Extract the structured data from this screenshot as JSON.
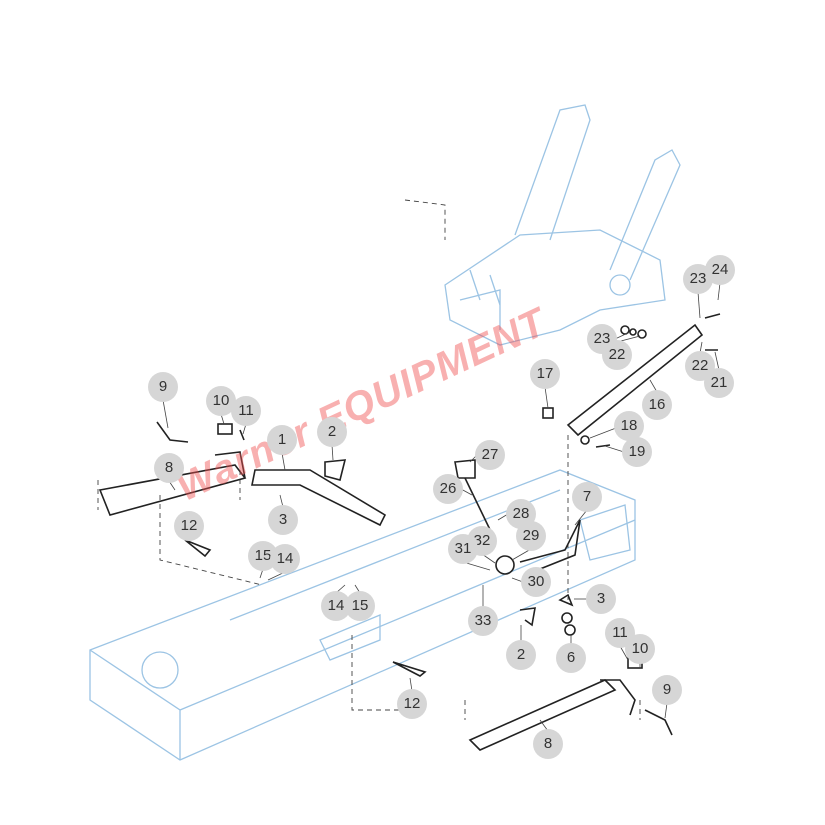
{
  "diagram": {
    "type": "exploded-parts-diagram",
    "watermark": "Warner EQUIPMENT",
    "colors": {
      "assembly": "#9cc4e4",
      "parts": "#222222",
      "callout_bg": "#d6d6d6",
      "watermark": "#f05050"
    },
    "callouts": [
      "9",
      "10",
      "11",
      "8",
      "1",
      "2",
      "3",
      "12",
      "15",
      "14",
      "27",
      "26",
      "28",
      "29",
      "32",
      "31",
      "30",
      "33",
      "7",
      "3",
      "2",
      "6",
      "17",
      "16",
      "18",
      "19",
      "23",
      "24",
      "23",
      "22",
      "22",
      "21",
      "14",
      "15",
      "12",
      "11",
      "10",
      "9",
      "8"
    ]
  }
}
